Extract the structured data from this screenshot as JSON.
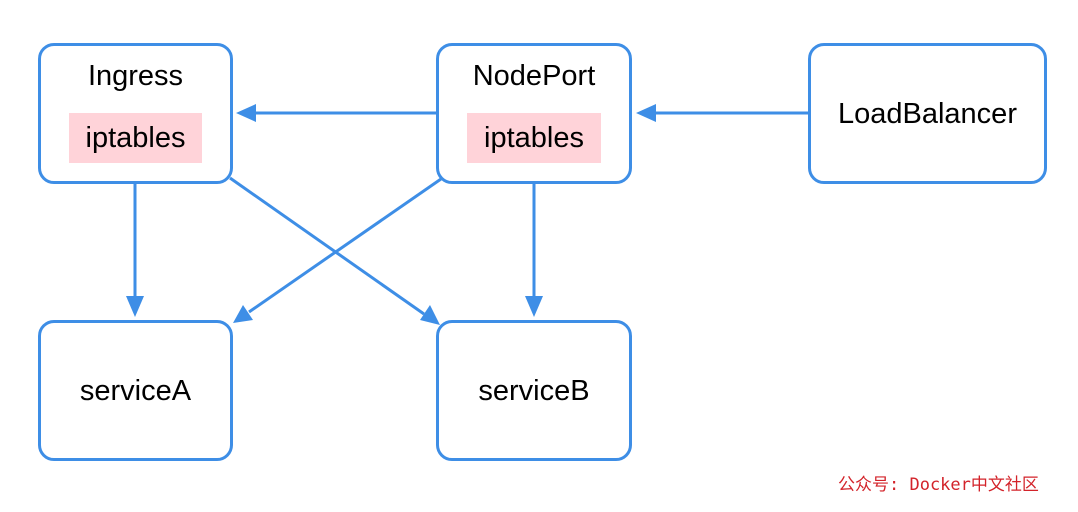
{
  "nodes": {
    "ingress": {
      "label": "Ingress",
      "chip": "iptables"
    },
    "nodeport": {
      "label": "NodePort",
      "chip": "iptables"
    },
    "loadbalancer": {
      "label": "LoadBalancer"
    },
    "service_a": {
      "label": "serviceA"
    },
    "service_b": {
      "label": "serviceB"
    }
  },
  "edges": [
    {
      "from": "loadbalancer",
      "to": "nodeport"
    },
    {
      "from": "nodeport",
      "to": "ingress"
    },
    {
      "from": "ingress",
      "to": "service_a"
    },
    {
      "from": "ingress",
      "to": "service_b"
    },
    {
      "from": "nodeport",
      "to": "service_a"
    },
    {
      "from": "nodeport",
      "to": "service_b"
    }
  ],
  "watermark": "公众号: Docker中文社区",
  "colors": {
    "node_border": "#3e8ee6",
    "arrow": "#3e8ee6",
    "chip_background": "#ffd3d9",
    "watermark_text": "#d3232a"
  }
}
